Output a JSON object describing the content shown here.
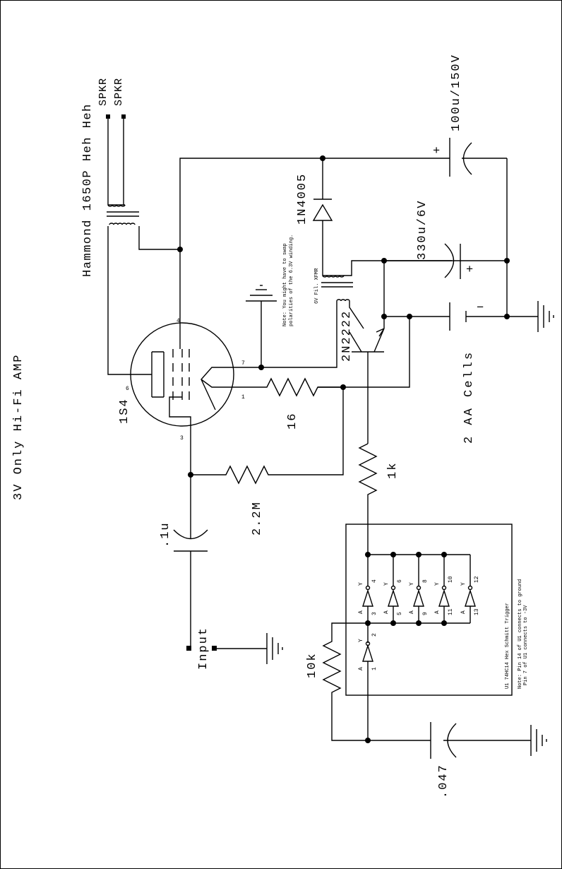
{
  "title": "3V Only Hi-Fi AMP",
  "transformer": {
    "name": "Hammond 1650P Heh Heh",
    "spkr1": "SPKR",
    "spkr2": "SPKR"
  },
  "tube": {
    "name": "1S4",
    "pins": [
      "4",
      "6",
      "7",
      "1",
      "3"
    ]
  },
  "parts": {
    "cap_out": "100u/150V",
    "diode": "1N4005",
    "cap_fil": "330u/6V",
    "transistor": "2N2222",
    "battery": "2 AA Cells",
    "r_fil": "16",
    "r_bias": "1k",
    "r_fb": "2.2M",
    "cap_in": ".1u",
    "input": "Input",
    "r_osc": "10k",
    "cap_osc": ".047"
  },
  "fil_xfmr_label": "6V Fil. XFMR",
  "plus_sign": "+",
  "minus_sign": "−",
  "note_swap": [
    "Note: You might have to swap",
    "polarities of the 6.3V winding."
  ],
  "ic": {
    "title": "U1 74HC14 Hex Schmitt Trigger",
    "note1": "Note: Pin 14 of U1 connects to ground",
    "note2": "Pin 7 of U1 connects to -3V",
    "a": "A",
    "y": "Y",
    "gates": [
      {
        "in": "1",
        "out": "2"
      },
      {
        "in": "3",
        "out": "4"
      },
      {
        "in": "5",
        "out": "6"
      },
      {
        "in": "9",
        "out": "8"
      },
      {
        "in": "11",
        "out": "10"
      },
      {
        "in": "13",
        "out": "12"
      }
    ]
  }
}
